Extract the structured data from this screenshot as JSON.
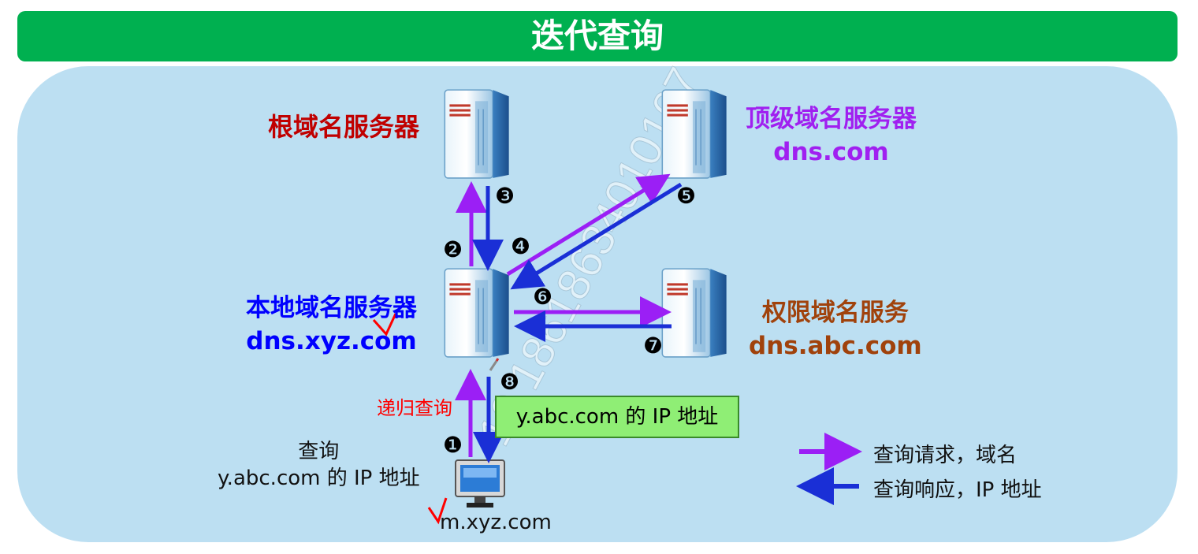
{
  "title": "迭代查询",
  "servers": {
    "root": {
      "name": "根域名服务器"
    },
    "tld": {
      "name": "顶级域名服务器",
      "host": "dns.com"
    },
    "local": {
      "name": "本地域名服务器",
      "host": "dns.xyz.com"
    },
    "authoritative": {
      "name": "权限域名服务",
      "host": "dns.abc.com"
    }
  },
  "client": {
    "query_line1": "查询",
    "query_line2": "y.abc.com 的 IP 地址",
    "host": "m.xyz.com"
  },
  "recursive_label": "递归查询",
  "answer_box": "y.abc.com 的 IP 地址",
  "steps": [
    "❶",
    "❷",
    "❸",
    "❹",
    "❺",
    "❻",
    "❼",
    "❽"
  ],
  "legend": {
    "request": "查询请求，域名",
    "response": "查询响应，IP 地址"
  },
  "watermark": "19 18618634010107",
  "colors": {
    "title_bg": "#00b050",
    "panel_bg": "#bcdff2",
    "request_arrow": "#9b1ff5",
    "response_arrow": "#1a2fd6"
  }
}
